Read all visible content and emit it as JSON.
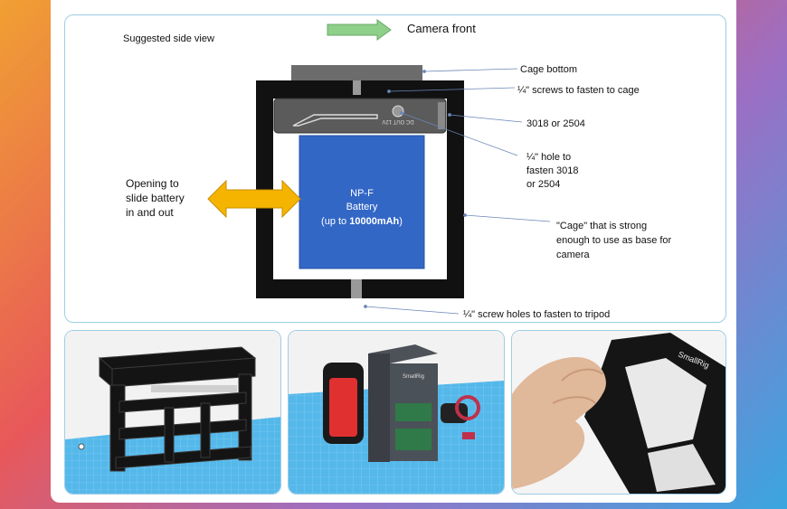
{
  "diagram": {
    "title": "Suggested side view",
    "camera_front": "Camera front",
    "labels": {
      "cage_bottom": "Cage bottom",
      "screws_cage": "¼\" screws to fasten to cage",
      "model": "3018 or 2504",
      "hole_line1": "¼\" hole to",
      "hole_line2": "fasten 3018",
      "hole_line3": "or 2504",
      "cage_line1": "\"Cage\" that is strong",
      "cage_line2": "enough to use as base for",
      "cage_line3": "camera",
      "opening_line1": "Opening to",
      "opening_line2": "slide battery",
      "opening_line3": "in and out",
      "tripod": "¼\" screw holes to fasten to tripod"
    },
    "battery": {
      "line1": "NP-F",
      "line2": "Battery",
      "line3_prefix": "(up to ",
      "line3_bold": "10000mAh",
      "line3_suffix": ")"
    },
    "device_text": "DC OUT 12V"
  },
  "photos": {
    "brand": "SmallRig"
  },
  "colors": {
    "battery": "#3367c6",
    "arrow_green": "#8ecf8a",
    "arrow_orange": "#f5b400",
    "cage": "#111111",
    "print_bed": "#55b8ea"
  }
}
